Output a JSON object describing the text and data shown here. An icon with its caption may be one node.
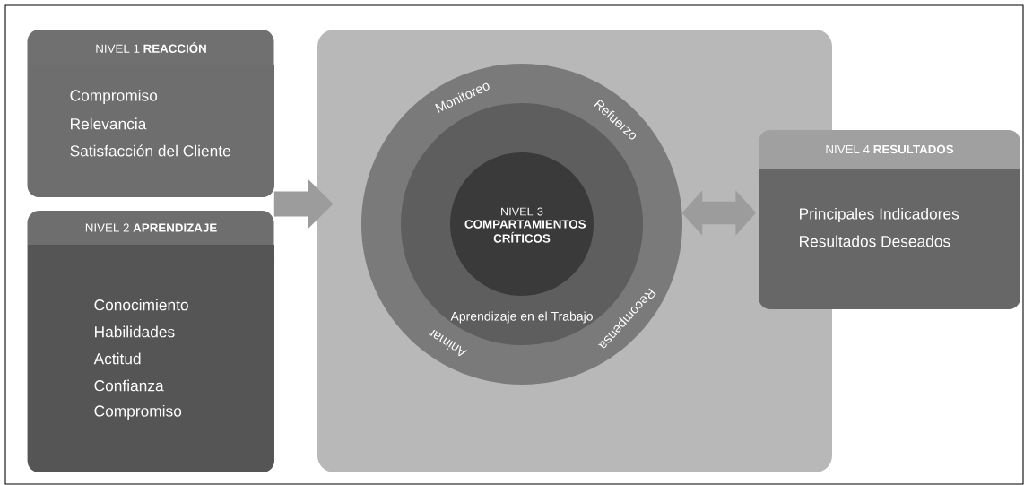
{
  "diagram": {
    "nodes": [
      {
        "text": [
          "NIVEL 1 **REACCIÓN**",
          "Compromiso",
          "Relevancia",
          "Satisfacción del Cliente"
        ]
      },
      {
        "text": [
          "NIVEL 2 **APRENDIZAJE**",
          "Conocimiento",
          "Habilidades",
          "Actitud",
          "Confianza",
          "Compromiso"
        ]
      },
      {
        "text": [],
        "shape": "box"
      },
      {
        "text": [
          "Monitoreo",
          "Refuerzo",
          "Recompensa",
          "Animar"
        ],
        "in": 2
      },
      {
        "text": [
          "Aprendizaje en el Trabajo"
        ],
        "in": 3
      },
      {
        "text": [
          "NIVEL 3",
          "COMPARTAMIENTOS CRÍTICOS"
        ],
        "in": 4
      },
      {
        "text": [
          "NIVEL 4 **RESULTADOS**",
          "Principales Indicadores",
          "Resultados Deseados"
        ]
      }
    ],
    "edges": [
      {
        "from": 0,
        "to": 2,
        "arrow": "to"
      },
      {
        "from": 1,
        "to": 2,
        "arrow": "to"
      },
      {
        "from": 3,
        "to": 6,
        "arrow": "both"
      }
    ]
  }
}
